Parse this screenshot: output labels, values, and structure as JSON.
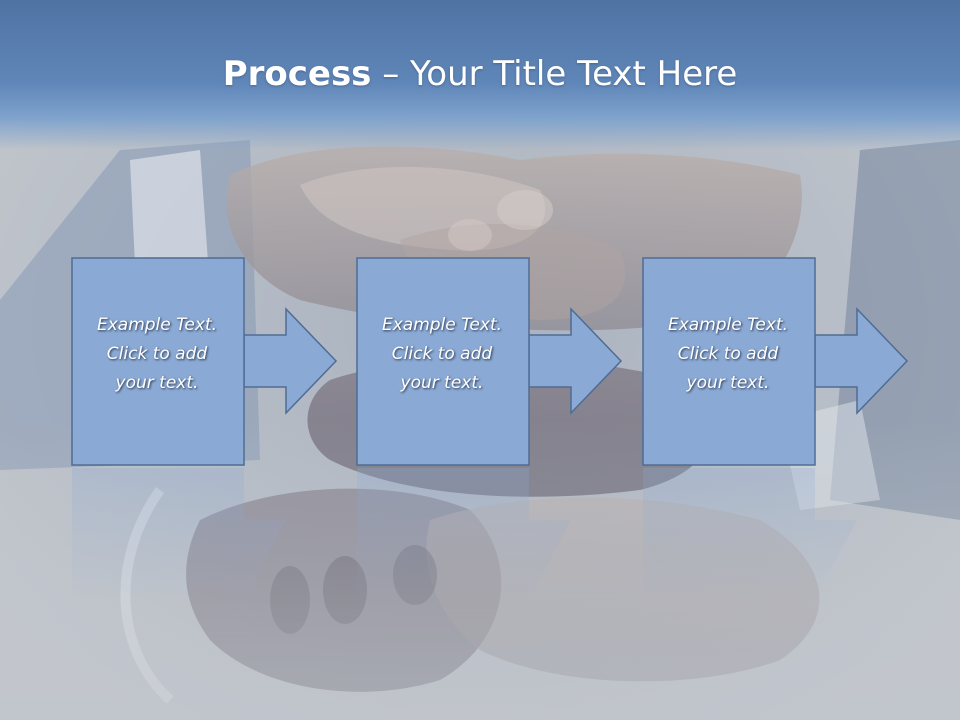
{
  "slide": {
    "title_bold": "Process",
    "title_rest": " – Your Title Text Here"
  },
  "steps": [
    {
      "text": "Example Text.\nClick  to add\nyour text."
    },
    {
      "text": "Example Text.\nClick  to add\nyour text."
    },
    {
      "text": "Example Text.\nClick  to add\nyour text."
    }
  ],
  "colors": {
    "header": "#5f86b8",
    "box_fill": "#8aa9d4",
    "box_stroke": "#4f6c94",
    "background": "#bcc1c8"
  },
  "background_image": "team-hands-stacked-photo"
}
